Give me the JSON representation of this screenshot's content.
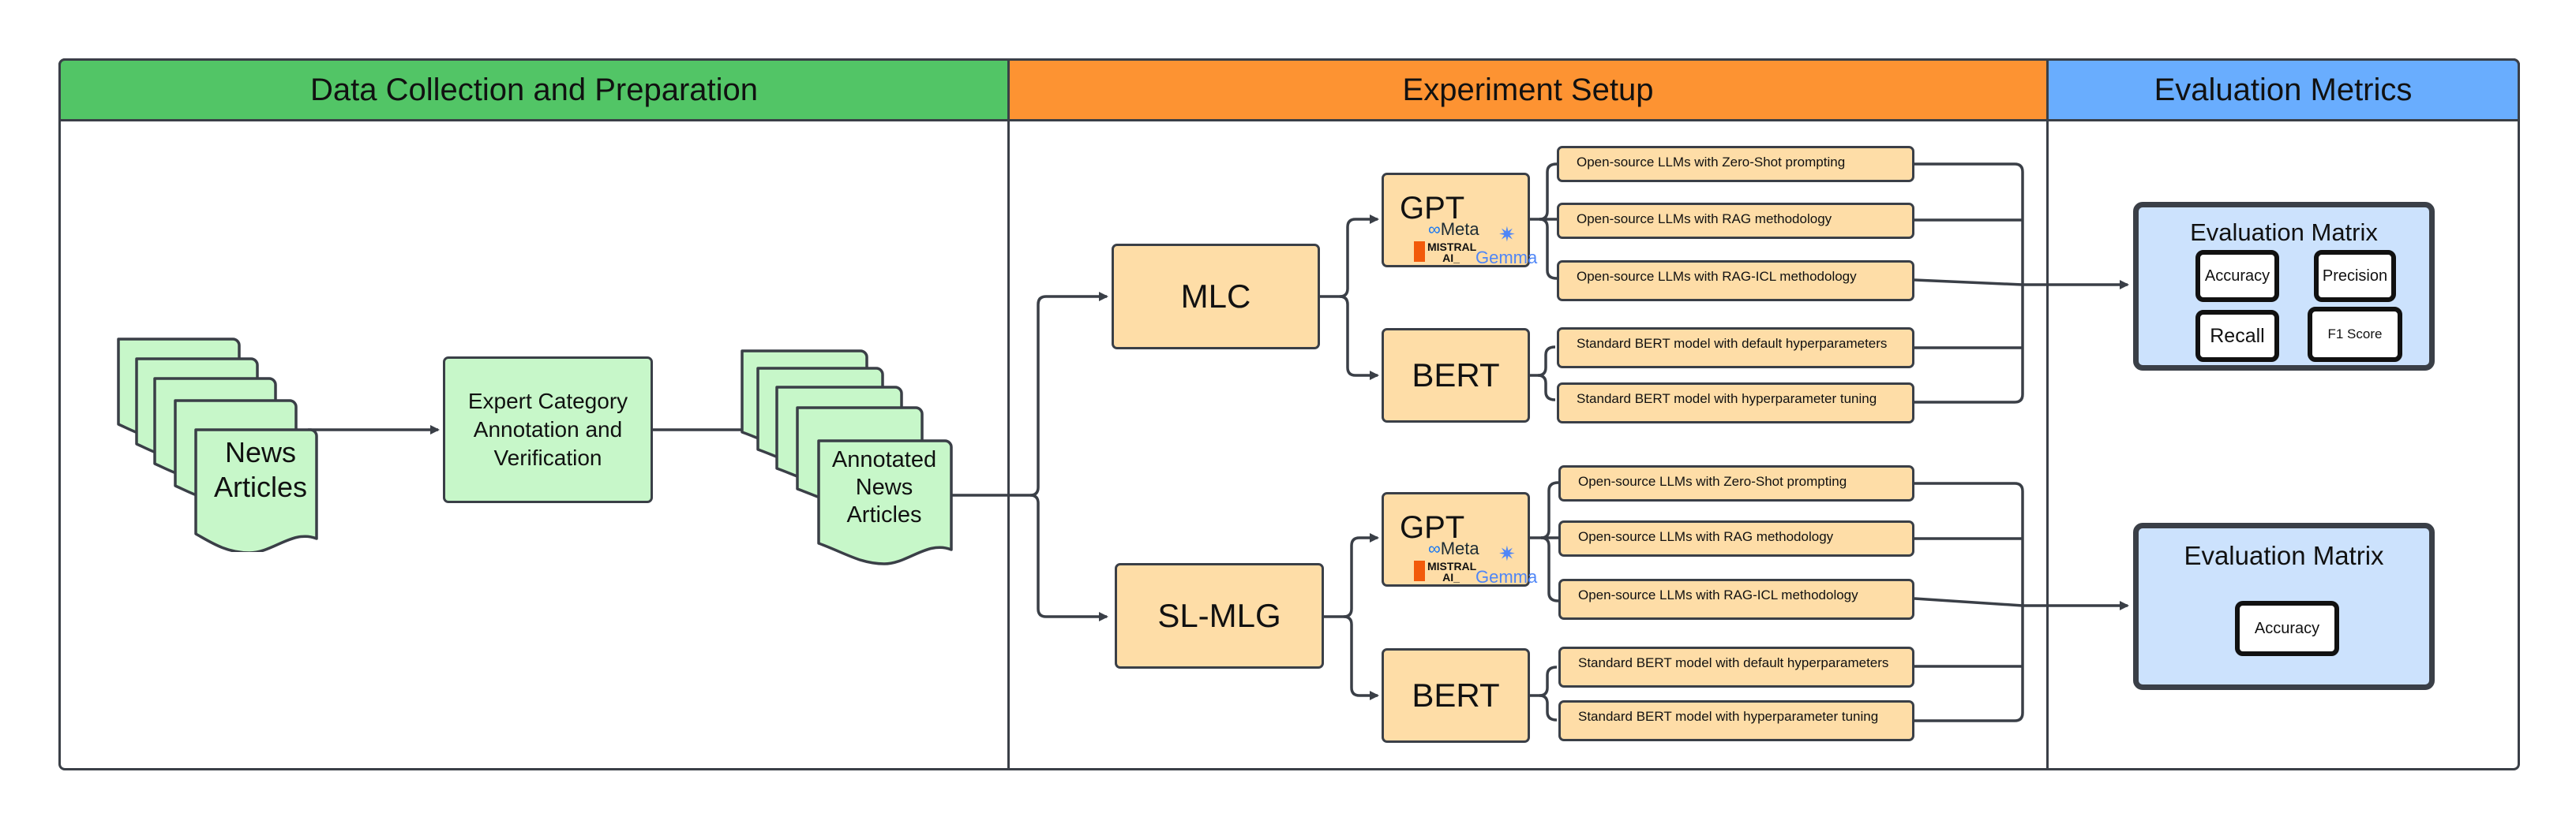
{
  "sections": {
    "data_collection": {
      "title": "Data Collection and Preparation",
      "color": "#52c566"
    },
    "experiment_setup": {
      "title": "Experiment Setup",
      "color": "#fd9332"
    },
    "evaluation_metrics": {
      "title": "Evaluation Metrics",
      "color": "#69adfe"
    }
  },
  "docs": {
    "news_articles": "News Articles",
    "expert_box": "Expert Category Annotation and Verification",
    "annotated": "Annotated News Articles"
  },
  "mlc": {
    "label": "MLC",
    "gpt": {
      "label": "GPT",
      "meta": "Meta",
      "mistral": "MISTRAL AI_",
      "gemma": "Gemma"
    },
    "bert": "BERT",
    "gpt_methods": [
      "Open-source LLMs with Zero-Shot prompting",
      "Open-source LLMs with RAG methodology",
      "Open-source LLMs with RAG-ICL methodology"
    ],
    "bert_methods": [
      "Standard BERT model with default hyperparameters",
      "Standard BERT model with hyperparameter tuning"
    ]
  },
  "slmlg": {
    "label": "SL-MLG",
    "gpt": {
      "label": "GPT",
      "meta": "Meta",
      "mistral": "MISTRAL AI_",
      "gemma": "Gemma"
    },
    "bert": "BERT",
    "gpt_methods": [
      "Open-source LLMs with Zero-Shot prompting",
      "Open-source LLMs with RAG methodology",
      "Open-source LLMs with RAG-ICL methodology"
    ],
    "bert_methods": [
      "Standard BERT model with default hyperparameters",
      "Standard BERT model with hyperparameter tuning"
    ]
  },
  "eval1": {
    "title": "Evaluation Matrix",
    "metrics": [
      "Accuracy",
      "Precision",
      "Recall",
      "F1 Score"
    ]
  },
  "eval2": {
    "title": "Evaluation Matrix",
    "metrics": [
      "Accuracy"
    ]
  },
  "colors": {
    "border": "#3a3f47",
    "light_green": "#c7f7c9",
    "light_orange": "#fedda7",
    "light_blue": "#cce2fd",
    "meta_blue": "#1877f2",
    "mistral_orange": "#f25a0b",
    "gemma_blue": "#4f86f7"
  }
}
